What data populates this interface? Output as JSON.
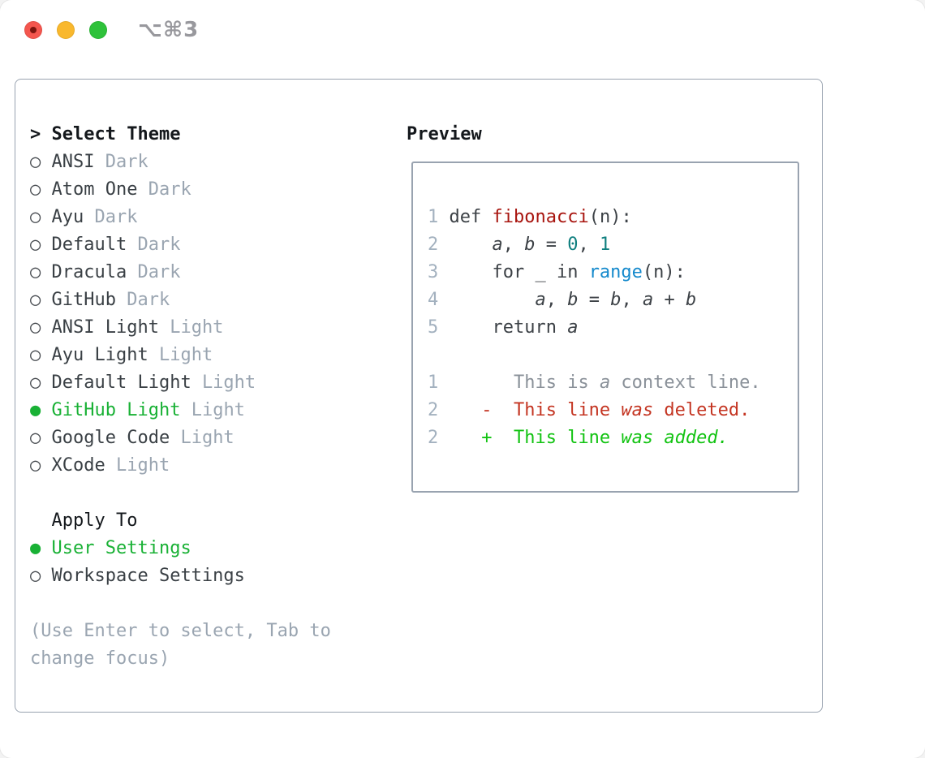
{
  "titlebar": {
    "title": "⌥⌘3"
  },
  "colors": {
    "accent_green": "#19b135",
    "muted": "#9aa5b1",
    "text": "#3a4045",
    "heading": "#14181c",
    "linenum": "#a3b1bf",
    "syntax_red": "#a8150f",
    "syntax_teal": "#0f7f7f",
    "syntax_blue": "#1489cc",
    "context_gray": "#8a9199",
    "diff_red": "#c43522",
    "diff_green": "#12c312",
    "border_gray": "#99a3b0",
    "title_gray": "#98989d",
    "traffic_red": "#f4564e",
    "traffic_yellow": "#f9b82d",
    "traffic_green": "#2ec23a"
  },
  "panel": {
    "theme_selector": {
      "header_prefix": "> ",
      "header": "Select Theme",
      "radio_unselected_icon": "○",
      "radio_selected_icon": "●",
      "themes": [
        {
          "name": "ANSI",
          "variant": "Dark",
          "selected": false
        },
        {
          "name": "Atom One",
          "variant": "Dark",
          "selected": false
        },
        {
          "name": "Ayu",
          "variant": "Dark",
          "selected": false
        },
        {
          "name": "Default",
          "variant": "Dark",
          "selected": false
        },
        {
          "name": "Dracula",
          "variant": "Dark",
          "selected": false
        },
        {
          "name": "GitHub",
          "variant": "Dark",
          "selected": false
        },
        {
          "name": "ANSI Light",
          "variant": "Light",
          "selected": false
        },
        {
          "name": "Ayu Light",
          "variant": "Light",
          "selected": false
        },
        {
          "name": "Default Light",
          "variant": "Light",
          "selected": false
        },
        {
          "name": "GitHub Light",
          "variant": "Light",
          "selected": true
        },
        {
          "name": "Google Code",
          "variant": "Light",
          "selected": false
        },
        {
          "name": "XCode",
          "variant": "Light",
          "selected": false
        }
      ]
    },
    "apply_to": {
      "header": "Apply To",
      "options": [
        {
          "name": "User Settings",
          "selected": true
        },
        {
          "name": "Workspace Settings",
          "selected": false
        }
      ]
    },
    "hint": "(Use Enter to select, Tab to change focus)",
    "preview": {
      "header": "Preview",
      "code_lines": [
        {
          "num": "1",
          "tokens": [
            {
              "t": "def ",
              "s": "plain"
            },
            {
              "t": "fibonacci",
              "s": "func"
            },
            {
              "t": "(n):",
              "s": "plain"
            }
          ]
        },
        {
          "num": "2",
          "tokens": [
            {
              "t": "    ",
              "s": "plain"
            },
            {
              "t": "a",
              "s": "var"
            },
            {
              "t": ", ",
              "s": "plain"
            },
            {
              "t": "b",
              "s": "var"
            },
            {
              "t": " = ",
              "s": "plain"
            },
            {
              "t": "0",
              "s": "num"
            },
            {
              "t": ", ",
              "s": "plain"
            },
            {
              "t": "1",
              "s": "num"
            }
          ]
        },
        {
          "num": "3",
          "tokens": [
            {
              "t": "    for _ in ",
              "s": "plain"
            },
            {
              "t": "range",
              "s": "call"
            },
            {
              "t": "(n):",
              "s": "plain"
            }
          ]
        },
        {
          "num": "4",
          "tokens": [
            {
              "t": "        ",
              "s": "plain"
            },
            {
              "t": "a",
              "s": "var"
            },
            {
              "t": ", ",
              "s": "plain"
            },
            {
              "t": "b",
              "s": "var"
            },
            {
              "t": " = ",
              "s": "plain"
            },
            {
              "t": "b",
              "s": "var"
            },
            {
              "t": ", ",
              "s": "plain"
            },
            {
              "t": "a",
              "s": "var"
            },
            {
              "t": " + ",
              "s": "plain"
            },
            {
              "t": "b",
              "s": "var"
            }
          ]
        },
        {
          "num": "5",
          "tokens": [
            {
              "t": "    return ",
              "s": "plain"
            },
            {
              "t": "a",
              "s": "var"
            }
          ]
        },
        {
          "num": "",
          "tokens": []
        },
        {
          "num": "1",
          "tokens": [
            {
              "t": "      This is ",
              "s": "context"
            },
            {
              "t": "a",
              "s": "context-i"
            },
            {
              "t": " context line.",
              "s": "context"
            }
          ]
        },
        {
          "num": "2",
          "tokens": [
            {
              "t": "   -  This line ",
              "s": "del"
            },
            {
              "t": "was",
              "s": "del-i"
            },
            {
              "t": " deleted.",
              "s": "del"
            }
          ]
        },
        {
          "num": "2",
          "tokens": [
            {
              "t": "   +  This line ",
              "s": "add"
            },
            {
              "t": "was",
              "s": "add-i"
            },
            {
              "t": " ",
              "s": "add"
            },
            {
              "t": "added.",
              "s": "add-i"
            }
          ]
        }
      ]
    }
  }
}
